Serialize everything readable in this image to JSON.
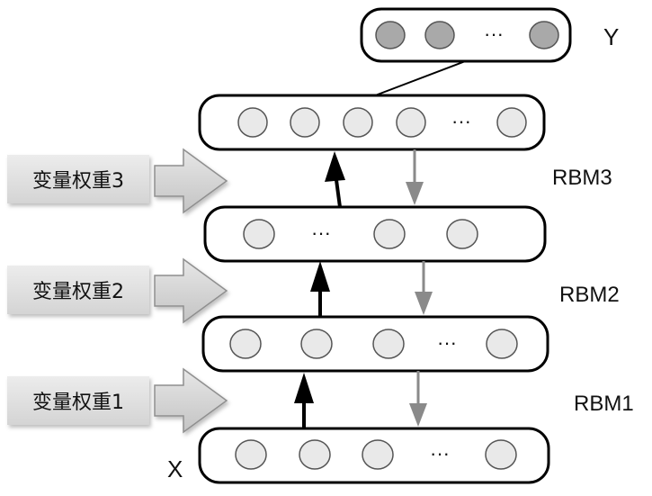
{
  "labels": {
    "output": "Y",
    "input": "X",
    "rbm3": "RBM3",
    "rbm2": "RBM2",
    "rbm1": "RBM1"
  },
  "weights": {
    "w3": "变量权重3",
    "w2": "变量权重2",
    "w1": "变量权重1"
  },
  "ellipsis": "···",
  "colors": {
    "layer_stroke": "#000000",
    "node_fill": "#e9e9e9",
    "output_node_fill": "#a9a9a9",
    "up_arrow": "#000000",
    "down_arrow": "#8a8a8a",
    "weight_box": "#dcdcdc",
    "weight_arrow": "#cfcfcf"
  }
}
